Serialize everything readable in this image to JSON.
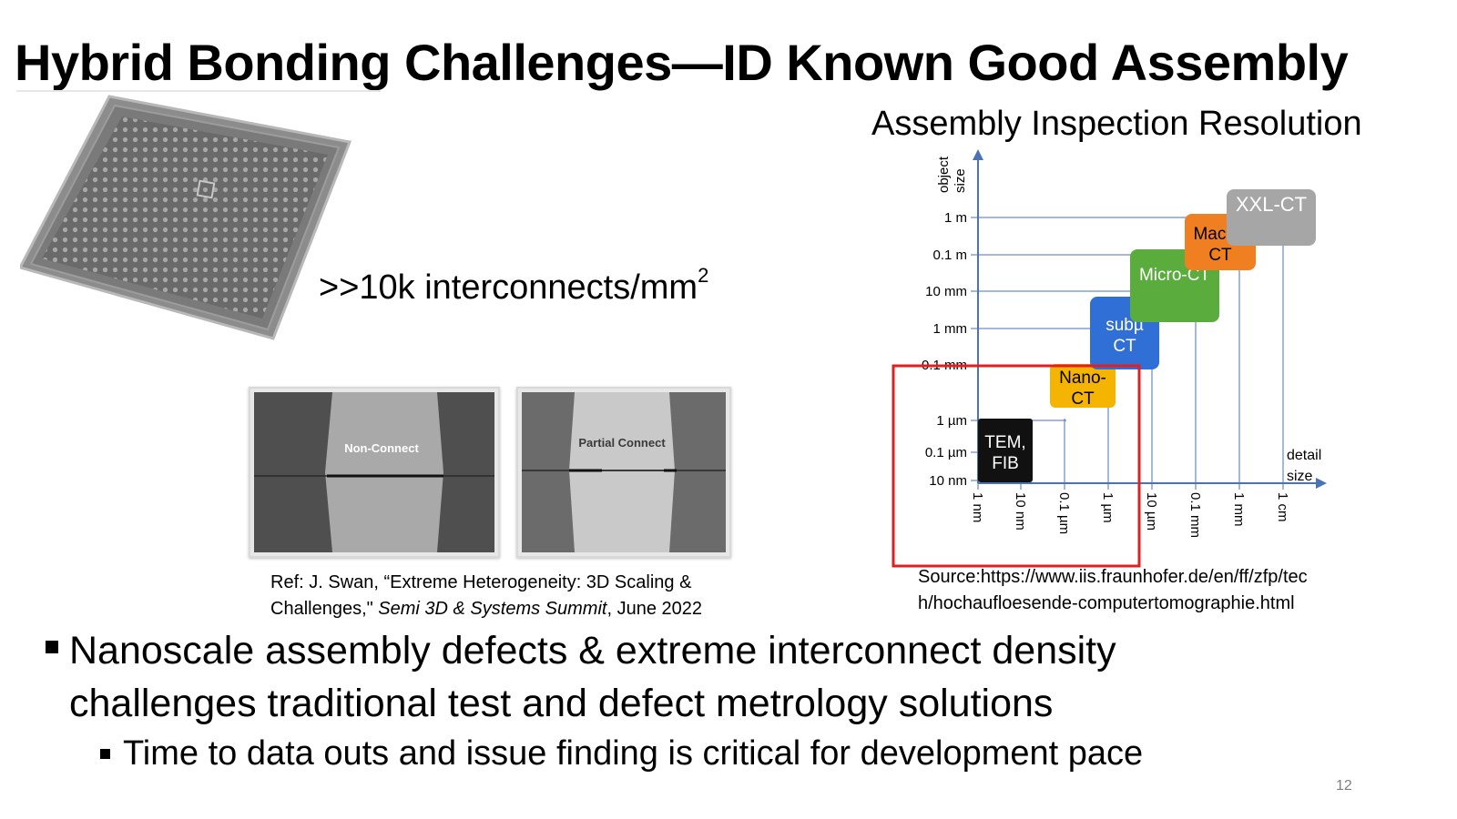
{
  "slide": {
    "title": "Hybrid Bonding Challenges—ID Known Good Assembly",
    "interconnect_text": ">>10k interconnects/mm",
    "interconnect_sup": "2",
    "xsec_left_label": "Non-Connect",
    "xsec_right_label": "Partial Connect",
    "ref_line1": "Ref: J. Swan, “Extreme Heterogeneity: 3D Scaling &",
    "ref_line2_prefix": "Challenges,\" ",
    "ref_line2_italic": "Semi 3D & Systems Summit",
    "ref_line2_suffix": ", June 2022",
    "source_line1": "Source:https://www.iis.fraunhofer.de/en/ff/zfp/tec",
    "source_line2": "h/hochaufloesende-computertomographie.html",
    "bullet1_line1": "Nanoscale assembly defects & extreme interconnect density",
    "bullet1_line2": "challenges traditional test and defect metrology solutions",
    "bullet2": "Time to data outs and issue finding is critical for development pace",
    "page_number": "12"
  },
  "chart_data": {
    "type": "diagram",
    "title": "Assembly Inspection Resolution",
    "y_axis_label_line1": "object",
    "y_axis_label_line2": "size",
    "x_axis_label_line1": "detail",
    "x_axis_label_line2": "size",
    "y_ticks": [
      "1 m",
      "0.1 m",
      "10 mm",
      "1 mm",
      "0.1 mm",
      "1 µm",
      "0.1 µm",
      "10 nm"
    ],
    "x_ticks": [
      "1 nm",
      "10 nm",
      "0.1 µm",
      "1 µm",
      "10 µm",
      "0.1 mm",
      "1 mm",
      "1 cm"
    ],
    "methods": [
      {
        "line1": "TEM,",
        "line2": "FIB",
        "color": "#111111",
        "text_color": "#ffffff"
      },
      {
        "line1": "Nano-",
        "line2": "CT",
        "color": "#f5b400",
        "text_color": "#000000"
      },
      {
        "line1": "subµ",
        "line2": "CT",
        "color": "#2f6fd6",
        "text_color": "#ffffff"
      },
      {
        "line1": "Micro-CT",
        "line2": "",
        "color": "#5aad3c",
        "text_color": "#ffffff"
      },
      {
        "line1": "Macro-",
        "line2": "CT",
        "color": "#f07f22",
        "text_color": "#000000"
      },
      {
        "line1": "XXL-CT",
        "line2": "",
        "color": "#a6a6a6",
        "text_color": "#ffffff"
      }
    ],
    "highlight_color": "#e02020",
    "axis_color": "#4a72b8"
  }
}
